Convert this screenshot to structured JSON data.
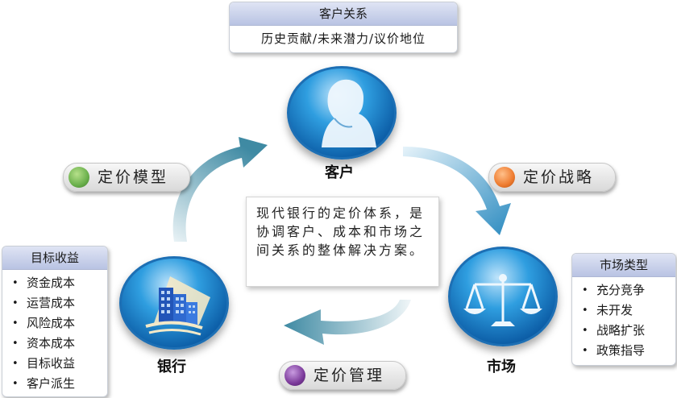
{
  "customer_relation": {
    "title": "客户关系",
    "content": "历史贡献/未来潜力/议价地位"
  },
  "nodes": {
    "customer": "客户",
    "market": "市场",
    "bank": "银行"
  },
  "pills": {
    "pricing_model": {
      "label": "定价模型",
      "color": "#6ab04c"
    },
    "pricing_strategy": {
      "label": "定价战略",
      "color": "#ee7b2f"
    },
    "pricing_management": {
      "label": "定价管理",
      "color": "#7b3a9a"
    }
  },
  "center_text": "现代银行的定价体系，是协调客户、成本和市场之间关系的整体解决方案。",
  "target_income": {
    "title": "目标收益",
    "items": [
      "资金成本",
      "运营成本",
      "风险成本",
      "资本成本",
      "目标收益",
      "客户派生"
    ]
  },
  "market_type": {
    "title": "市场类型",
    "items": [
      "充分竞争",
      "未开发",
      "战略扩张",
      "政策指导"
    ]
  }
}
